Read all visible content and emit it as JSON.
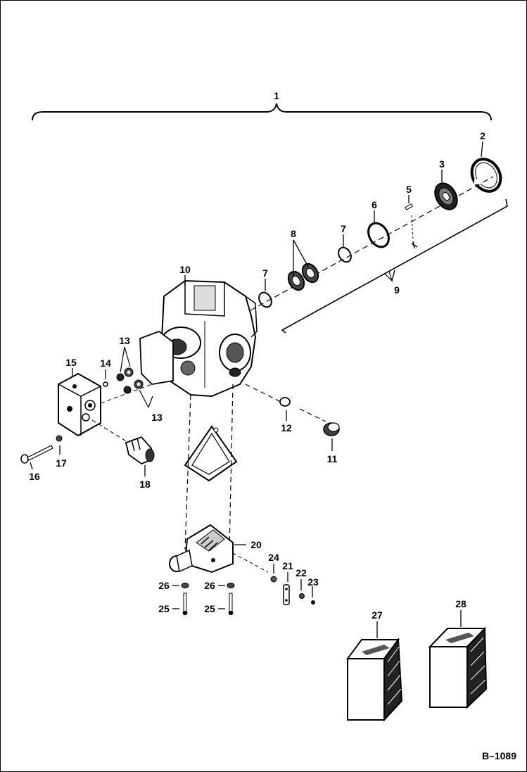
{
  "callouts": {
    "c1": "1",
    "c2": "2",
    "c3": "3",
    "c5": "5",
    "c6": "6",
    "c7a": "7",
    "c7b": "7",
    "c8": "8",
    "c9": "9",
    "c10": "10",
    "c11": "11",
    "c12": "12",
    "c13a": "13",
    "c13b": "13",
    "c14": "14",
    "c15": "15",
    "c16": "16",
    "c17": "17",
    "c18": "18",
    "c20": "20",
    "c21": "21",
    "c22": "22",
    "c23": "23",
    "c24": "24",
    "c25a": "25",
    "c25b": "25",
    "c26a": "26",
    "c26b": "26",
    "c27": "27",
    "c28": "28"
  },
  "figure_ref": "B–1089"
}
